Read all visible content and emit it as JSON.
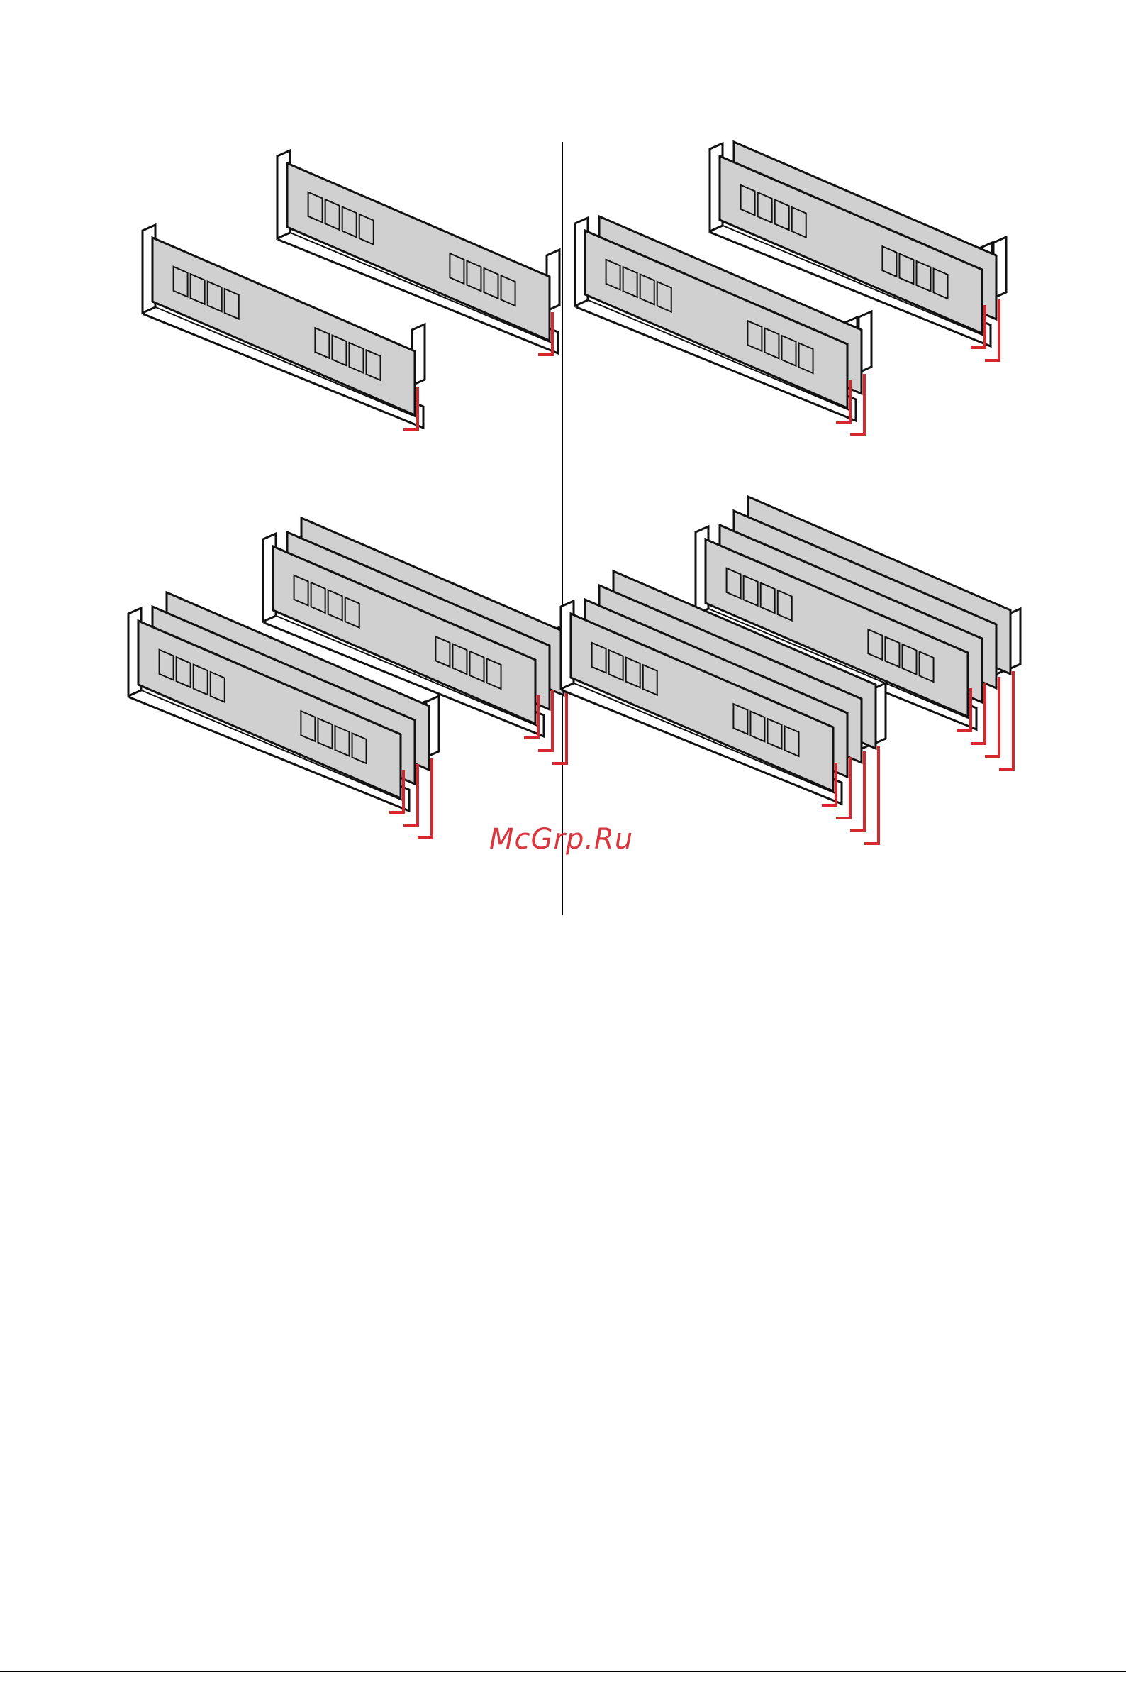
{
  "watermark": {
    "text": "McGrp.Ru"
  },
  "colors": {
    "module": "#d0d0d0",
    "outline": "#111111",
    "leader": "#d6262e",
    "divider": "#000000"
  },
  "panels": [
    {
      "name": "top-left",
      "sockets": 2,
      "modules_per_socket": 1
    },
    {
      "name": "top-right",
      "sockets": 2,
      "modules_per_socket": 2
    },
    {
      "name": "bottom-left",
      "sockets": 2,
      "modules_per_socket": 3
    },
    {
      "name": "bottom-right",
      "sockets": 2,
      "modules_per_socket": 4
    }
  ]
}
